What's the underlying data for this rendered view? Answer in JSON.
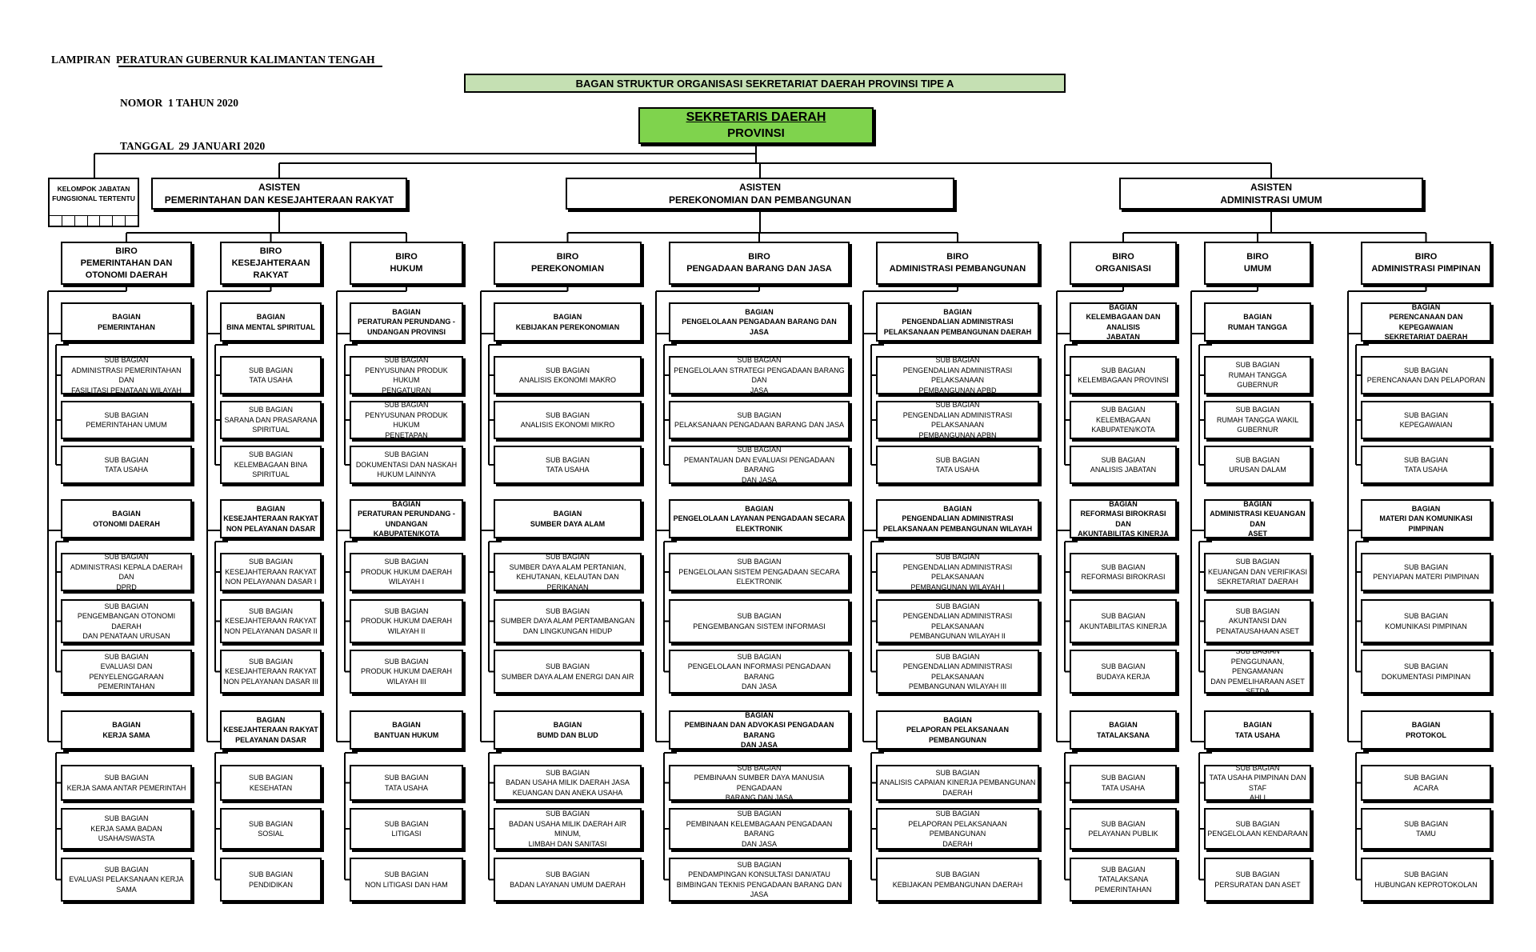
{
  "header": {
    "line1": "LAMPIRAN  PERATURAN GUBERNUR KALIMANTAN TENGAH",
    "line2": "NOMOR  1 TAHUN 2020",
    "line3": "TANGGAL  29 JANUARI 2020"
  },
  "title": "BAGAN STRUKTUR ORGANISASI SEKRETARIAT DAERAH PROVINSI TIPE A",
  "colors": {
    "title_fill": "#c5e0b3",
    "top_fill": "#7fd34d",
    "line": "#000000"
  },
  "top": {
    "line1": "SEKRETARIS DAERAH",
    "line2": "PROVINSI"
  },
  "kjf": {
    "line1": "KELOMPOK JABATAN",
    "line2": "FUNGSIONAL TERTENTU"
  },
  "asisten": [
    {
      "line1": "ASISTEN",
      "line2": "PEMERINTAHAN DAN KESEJAHTERAAN RAKYAT"
    },
    {
      "line1": "ASISTEN",
      "line2": "PEREKONOMIAN DAN PEMBANGUNAN"
    },
    {
      "line1": "ASISTEN",
      "line2": "ADMINISTRASI UMUM"
    }
  ],
  "biro": [
    {
      "lines": [
        "BIRO",
        "PEMERINTAHAN DAN",
        "OTONOMI DAERAH"
      ],
      "bagian": [
        {
          "lines": [
            "BAGIAN",
            "PEMERINTAHAN"
          ],
          "subs": [
            [
              "SUB BAGIAN",
              "ADMINISTRASI PEMERINTAHAN DAN",
              "FASILITASI PENATAAN WILAYAH"
            ],
            [
              "SUB BAGIAN",
              "PEMERINTAHAN UMUM"
            ],
            [
              "SUB BAGIAN",
              "TATA USAHA"
            ]
          ]
        },
        {
          "lines": [
            "BAGIAN",
            "OTONOMI DAERAH"
          ],
          "subs": [
            [
              "SUB BAGIAN",
              "ADMINISTRASI KEPALA DAERAH DAN",
              "DPRD"
            ],
            [
              "SUB BAGIAN",
              "PENGEMBANGAN OTONOMI DAERAH",
              "DAN PENATAAN URUSAN"
            ],
            [
              "SUB BAGIAN",
              "EVALUASI DAN PENYELENGGARAAN",
              "PEMERINTAHAN"
            ]
          ]
        },
        {
          "lines": [
            "BAGIAN",
            "KERJA SAMA"
          ],
          "subs": [
            [
              "SUB BAGIAN",
              "KERJA SAMA ANTAR PEMERINTAH"
            ],
            [
              "SUB BAGIAN",
              "KERJA SAMA BADAN USAHA/SWASTA"
            ],
            [
              "SUB BAGIAN",
              "EVALUASI PELAKSANAAN KERJA",
              "SAMA"
            ]
          ]
        }
      ]
    },
    {
      "lines": [
        "BIRO",
        "KESEJAHTERAAN",
        "RAKYAT"
      ],
      "bagian": [
        {
          "lines": [
            "BAGIAN",
            "BINA MENTAL SPIRITUAL"
          ],
          "subs": [
            [
              "SUB BAGIAN",
              "TATA USAHA"
            ],
            [
              "SUB BAGIAN",
              "SARANA DAN PRASARANA",
              "SPIRITUAL"
            ],
            [
              "SUB BAGIAN",
              "KELEMBAGAAN BINA",
              "SPIRITUAL"
            ]
          ]
        },
        {
          "lines": [
            "BAGIAN",
            "KESEJAHTERAAN RAKYAT",
            "NON PELAYANAN DASAR"
          ],
          "subs": [
            [
              "SUB BAGIAN",
              "KESEJAHTERAAN RAKYAT",
              "NON PELAYANAN DASAR I"
            ],
            [
              "SUB BAGIAN",
              "KESEJAHTERAAN RAKYAT",
              "NON PELAYANAN DASAR II"
            ],
            [
              "SUB BAGIAN",
              "KESEJAHTERAAN RAKYAT",
              "NON PELAYANAN DASAR III"
            ]
          ]
        },
        {
          "lines": [
            "BAGIAN",
            "KESEJAHTERAAN RAKYAT",
            "PELAYANAN DASAR"
          ],
          "subs": [
            [
              "SUB BAGIAN",
              "KESEHATAN"
            ],
            [
              "SUB BAGIAN",
              "SOSIAL"
            ],
            [
              "SUB BAGIAN",
              "PENDIDIKAN"
            ]
          ]
        }
      ]
    },
    {
      "lines": [
        "BIRO",
        "HUKUM"
      ],
      "bagian": [
        {
          "lines": [
            "BAGIAN",
            "PERATURAN PERUNDANG -",
            "UNDANGAN PROVINSI"
          ],
          "subs": [
            [
              "SUB BAGIAN",
              "PENYUSUNAN PRODUK HUKUM",
              "PENGATURAN"
            ],
            [
              "SUB BAGIAN",
              "PENYUSUNAN PRODUK HUKUM",
              "PENETAPAN"
            ],
            [
              "SUB BAGIAN",
              "DOKUMENTASI DAN NASKAH",
              "HUKUM LAINNYA"
            ]
          ]
        },
        {
          "lines": [
            "BAGIAN",
            "PERATURAN PERUNDANG -",
            "UNDANGAN KABUPATEN/KOTA"
          ],
          "subs": [
            [
              "SUB BAGIAN",
              "PRODUK HUKUM DAERAH",
              "WILAYAH I"
            ],
            [
              "SUB BAGIAN",
              "PRODUK HUKUM DAERAH",
              "WILAYAH II"
            ],
            [
              "SUB BAGIAN",
              "PRODUK HUKUM DAERAH",
              "WILAYAH III"
            ]
          ]
        },
        {
          "lines": [
            "BAGIAN",
            "BANTUAN HUKUM"
          ],
          "subs": [
            [
              "SUB BAGIAN",
              "TATA USAHA"
            ],
            [
              "SUB BAGIAN",
              "LITIGASI"
            ],
            [
              "SUB BAGIAN",
              "NON LITIGASI DAN HAM"
            ]
          ]
        }
      ]
    },
    {
      "lines": [
        "BIRO",
        "PEREKONOMIAN"
      ],
      "bagian": [
        {
          "lines": [
            "BAGIAN",
            "KEBIJAKAN PEREKONOMIAN"
          ],
          "subs": [
            [
              "SUB BAGIAN",
              "ANALISIS EKONOMI MAKRO"
            ],
            [
              "SUB BAGIAN",
              "ANALISIS EKONOMI MIKRO"
            ],
            [
              "SUB BAGIAN",
              "TATA USAHA"
            ]
          ]
        },
        {
          "lines": [
            "BAGIAN",
            "SUMBER DAYA ALAM"
          ],
          "subs": [
            [
              "SUB BAGIAN",
              "SUMBER DAYA ALAM PERTANIAN,",
              "KEHUTANAN, KELAUTAN DAN PERIKANAN"
            ],
            [
              "SUB BAGIAN",
              "SUMBER DAYA ALAM PERTAMBANGAN",
              "DAN LINGKUNGAN HIDUP"
            ],
            [
              "SUB BAGIAN",
              "SUMBER DAYA ALAM ENERGI DAN AIR"
            ]
          ]
        },
        {
          "lines": [
            "BAGIAN",
            "BUMD DAN BLUD"
          ],
          "subs": [
            [
              "SUB BAGIAN",
              "BADAN USAHA MILIK DAERAH JASA",
              "KEUANGAN DAN ANEKA USAHA"
            ],
            [
              "SUB BAGIAN",
              "BADAN USAHA MILIK DAERAH AIR MINUM,",
              "LIMBAH DAN SANITASI"
            ],
            [
              "SUB BAGIAN",
              "BADAN LAYANAN UMUM DAERAH"
            ]
          ]
        }
      ]
    },
    {
      "lines": [
        "BIRO",
        "PENGADAAN BARANG DAN JASA"
      ],
      "bagian": [
        {
          "lines": [
            "BAGIAN",
            "PENGELOLAAN PENGADAAN BARANG DAN JASA"
          ],
          "subs": [
            [
              "SUB BAGIAN",
              "PENGELOLAAN STRATEGI PENGADAAN BARANG DAN",
              "JASA"
            ],
            [
              "SUB BAGIAN",
              "PELAKSANAAN PENGADAAN BARANG DAN JASA"
            ],
            [
              "SUB BAGIAN",
              "PEMANTAUAN DAN EVALUASI PENGADAAN BARANG",
              "DAN JASA"
            ]
          ]
        },
        {
          "lines": [
            "BAGIAN",
            "PENGELOLAAN LAYANAN PENGADAAN SECARA",
            "ELEKTRONIK"
          ],
          "subs": [
            [
              "SUB BAGIAN",
              "PENGELOLAAN SISTEM PENGADAAN SECARA",
              "ELEKTRONIK"
            ],
            [
              "SUB BAGIAN",
              "PENGEMBANGAN SISTEM INFORMASI"
            ],
            [
              "SUB BAGIAN",
              "PENGELOLAAN INFORMASI PENGADAAN BARANG",
              "DAN JASA"
            ]
          ]
        },
        {
          "lines": [
            "BAGIAN",
            "PEMBINAAN DAN ADVOKASI PENGADAAN BARANG",
            "DAN JASA"
          ],
          "subs": [
            [
              "SUB BAGIAN",
              "PEMBINAAN SUMBER DAYA MANUSIA PENGADAAN",
              "BARANG DAN JASA"
            ],
            [
              "SUB BAGIAN",
              "PEMBINAAN KELEMBAGAAN PENGADAAN BARANG",
              "DAN JASA"
            ],
            [
              "SUB BAGIAN",
              "PENDAMPINGAN KONSULTASI DAN/ATAU",
              "BIMBINGAN TEKNIS PENGADAAN BARANG DAN JASA"
            ]
          ]
        }
      ]
    },
    {
      "lines": [
        "BIRO",
        "ADMINISTRASI PEMBANGUNAN"
      ],
      "bagian": [
        {
          "lines": [
            "BAGIAN",
            "PENGENDALIAN ADMINISTRASI",
            "PELAKSANAAN PEMBANGUNAN DAERAH"
          ],
          "subs": [
            [
              "SUB BAGIAN",
              "PENGENDALIAN ADMINISTRASI PELAKSANAAN",
              "PEMBANGUNAN APBD"
            ],
            [
              "SUB BAGIAN",
              "PENGENDALIAN ADMINISTRASI PELAKSANAAN",
              "PEMBANGUNAN APBN"
            ],
            [
              "SUB BAGIAN",
              "TATA USAHA"
            ]
          ]
        },
        {
          "lines": [
            "BAGIAN",
            "PENGENDALIAN ADMINISTRASI",
            "PELAKSANAAN PEMBANGUNAN WILAYAH"
          ],
          "subs": [
            [
              "SUB BAGIAN",
              "PENGENDALIAN ADMINISTRASI PELAKSANAAN",
              "PEMBANGUNAN WILAYAH I"
            ],
            [
              "SUB BAGIAN",
              "PENGENDALIAN ADMINISTRASI PELAKSANAAN",
              "PEMBANGUNAN WILAYAH II"
            ],
            [
              "SUB BAGIAN",
              "PENGENDALIAN ADMINISTRASI PELAKSANAAN",
              "PEMBANGUNAN WILAYAH III"
            ]
          ]
        },
        {
          "lines": [
            "BAGIAN",
            "PELAPORAN PELAKSANAAN PEMBANGUNAN"
          ],
          "subs": [
            [
              "SUB BAGIAN",
              "ANALISIS CAPAIAN KINERJA PEMBANGUNAN",
              "DAERAH"
            ],
            [
              "SUB BAGIAN",
              "PELAPORAN PELAKSANAAN PEMBANGUNAN",
              "DAERAH"
            ],
            [
              "SUB BAGIAN",
              "KEBIJAKAN PEMBANGUNAN DAERAH"
            ]
          ]
        }
      ]
    },
    {
      "lines": [
        "BIRO",
        "ORGANISASI"
      ],
      "bagian": [
        {
          "lines": [
            "BAGIAN",
            "KELEMBAGAAN DAN ANALISIS",
            "JABATAN"
          ],
          "subs": [
            [
              "SUB BAGIAN",
              "KELEMBAGAAN PROVINSI"
            ],
            [
              "SUB BAGIAN",
              "KELEMBAGAAN",
              "KABUPATEN/KOTA"
            ],
            [
              "SUB BAGIAN",
              "ANALISIS JABATAN"
            ]
          ]
        },
        {
          "lines": [
            "BAGIAN",
            "REFORMASI BIROKRASI DAN",
            "AKUNTABILITAS KINERJA"
          ],
          "subs": [
            [
              "SUB BAGIAN",
              "REFORMASI BIROKRASI"
            ],
            [
              "SUB BAGIAN",
              "AKUNTABILITAS KINERJA"
            ],
            [
              "SUB BAGIAN",
              "BUDAYA KERJA"
            ]
          ]
        },
        {
          "lines": [
            "BAGIAN",
            "TATALAKSANA"
          ],
          "subs": [
            [
              "SUB BAGIAN",
              "TATA USAHA"
            ],
            [
              "SUB BAGIAN",
              "PELAYANAN PUBLIK"
            ],
            [
              "SUB BAGIAN",
              "TATALAKSANA PEMERINTAHAN"
            ]
          ]
        }
      ]
    },
    {
      "lines": [
        "BIRO",
        "UMUM"
      ],
      "bagian": [
        {
          "lines": [
            "BAGIAN",
            "RUMAH TANGGA"
          ],
          "subs": [
            [
              "SUB BAGIAN",
              "RUMAH TANGGA GUBERNUR"
            ],
            [
              "SUB BAGIAN",
              "RUMAH TANGGA WAKIL",
              "GUBERNUR"
            ],
            [
              "SUB BAGIAN",
              "URUSAN DALAM"
            ]
          ]
        },
        {
          "lines": [
            "BAGIAN",
            "ADMINISTRASI KEUANGAN DAN",
            "ASET"
          ],
          "subs": [
            [
              "SUB BAGIAN",
              "KEUANGAN DAN VERIFIKASI",
              "SEKRETARIAT DAERAH"
            ],
            [
              "SUB BAGIAN",
              "AKUNTANSI DAN",
              "PENATAUSAHAAN ASET"
            ],
            [
              "SUB BAGIAN",
              "PENGGUNAAN, PENGAMANAN",
              "DAN PEMELIHARAAN ASET SETDA"
            ]
          ]
        },
        {
          "lines": [
            "BAGIAN",
            "TATA USAHA"
          ],
          "subs": [
            [
              "SUB BAGIAN",
              "TATA USAHA PIMPINAN DAN STAF",
              "AHLI"
            ],
            [
              "SUB BAGIAN",
              "PENGELOLAAN KENDARAAN"
            ],
            [
              "SUB BAGIAN",
              "PERSURATAN DAN ASET"
            ]
          ]
        }
      ]
    },
    {
      "lines": [
        "BIRO",
        "ADMINISTRASI PIMPINAN"
      ],
      "bagian": [
        {
          "lines": [
            "BAGIAN",
            "PERENCANAAN DAN KEPEGAWAIAN",
            "SEKRETARIAT DAERAH"
          ],
          "subs": [
            [
              "SUB BAGIAN",
              "PERENCANAAN DAN PELAPORAN"
            ],
            [
              "SUB BAGIAN",
              "KEPEGAWAIAN"
            ],
            [
              "SUB BAGIAN",
              "TATA USAHA"
            ]
          ]
        },
        {
          "lines": [
            "BAGIAN",
            "MATERI DAN KOMUNIKASI",
            "PIMPINAN"
          ],
          "subs": [
            [
              "SUB BAGIAN",
              "PENYIAPAN MATERI PIMPINAN"
            ],
            [
              "SUB BAGIAN",
              "KOMUNIKASI PIMPINAN"
            ],
            [
              "SUB BAGIAN",
              "DOKUMENTASI PIMPINAN"
            ]
          ]
        },
        {
          "lines": [
            "BAGIAN",
            "PROTOKOL"
          ],
          "subs": [
            [
              "SUB BAGIAN",
              "ACARA"
            ],
            [
              "SUB BAGIAN",
              "TAMU"
            ],
            [
              "SUB BAGIAN",
              "HUBUNGAN KEPROTOKOLAN"
            ]
          ]
        }
      ]
    }
  ]
}
